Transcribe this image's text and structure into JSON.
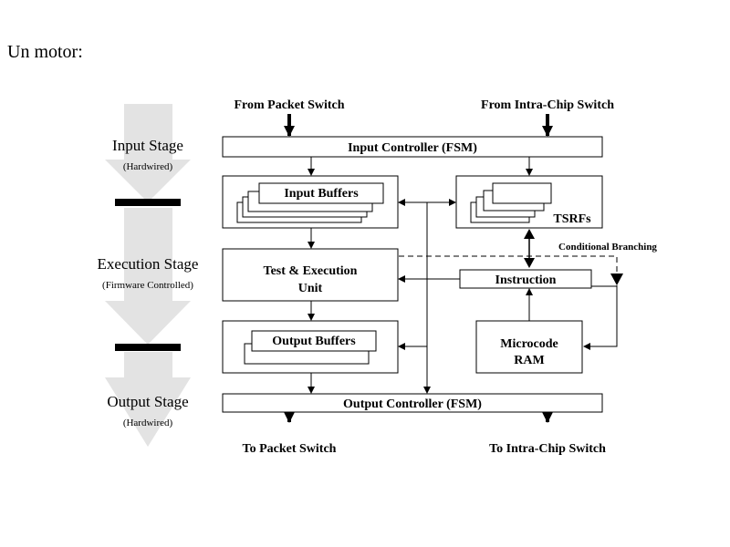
{
  "page": {
    "heading": "Un motor:"
  },
  "stages": {
    "input": {
      "name": "Input Stage",
      "note": "(Hardwired)"
    },
    "execution": {
      "name": "Execution Stage",
      "note": "(Firmware Controlled)"
    },
    "output": {
      "name": "Output Stage",
      "note": "(Hardwired)"
    }
  },
  "sources": {
    "from_packet": "From Packet Switch",
    "from_intra": "From Intra-Chip Switch"
  },
  "sinks": {
    "to_packet": "To Packet Switch",
    "to_intra": "To Intra-Chip Switch"
  },
  "blocks": {
    "input_controller": "Input Controller (FSM)",
    "input_buffers": "Input Buffers",
    "tsrfs": "TSRFs",
    "test_exec_line1": "Test & Execution",
    "test_exec_line2": "Unit",
    "instruction": "Instruction",
    "output_buffers": "Output Buffers",
    "microcode_line1": "Microcode",
    "microcode_line2": "RAM",
    "output_controller": "Output Controller (FSM)"
  },
  "labels": {
    "conditional_branching": "Conditional Branching"
  },
  "colors": {
    "stage_arrow": "#e3e3e3",
    "line": "#000000"
  }
}
